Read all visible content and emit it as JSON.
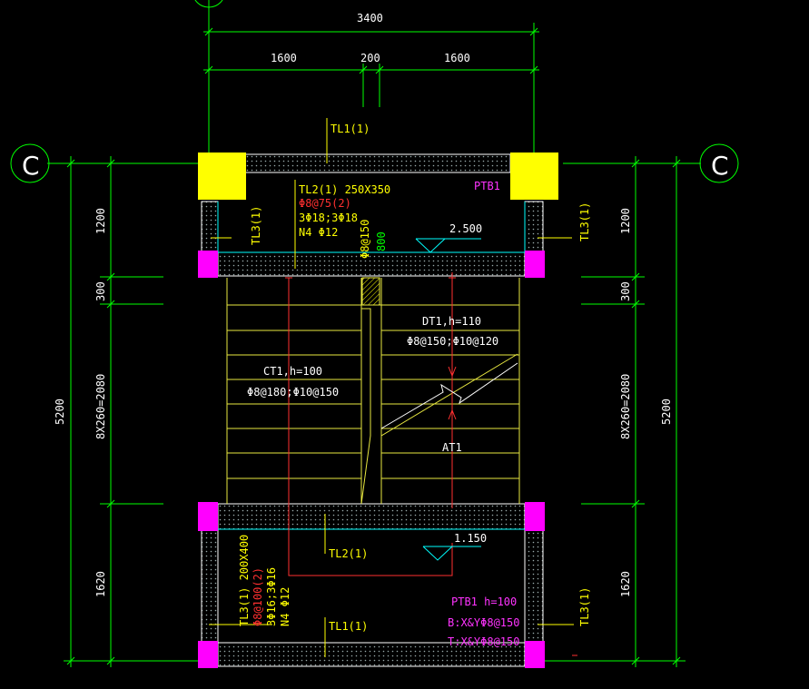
{
  "colors": {
    "background": "#000000",
    "dimension": "#00ff00",
    "dim_text": "#ffffff",
    "annotation": "#ffff00",
    "rebar": "#ff3030",
    "slab_label": "#ff33ff",
    "column_yellow": "#ffff00",
    "column_magenta": "#ff00ff",
    "stair_lines": "#e8e840",
    "level_marker": "#00ffff",
    "wall": "#ffffff"
  },
  "axis": {
    "left_label": "C",
    "right_label": "C"
  },
  "dimensions": {
    "overall_width": "3400",
    "seg_left": "1600",
    "seg_mid": "200",
    "seg_right": "1600",
    "left_total": "5200",
    "right_total": "5200",
    "left_top": "1200",
    "left_landing": "300",
    "left_stair": "8X260=2080",
    "left_bottom": "1620",
    "right_top": "1200",
    "right_landing": "300",
    "right_stair": "8X260=2080",
    "right_bottom": "1620"
  },
  "beams": {
    "tl1_top": "TL1(1)",
    "tl1_bottom": "TL1(1)",
    "tl2_bottom": "TL2(1)",
    "tl3_left_top": "TL3(1)",
    "tl3_right_top": "TL3(1)",
    "tl3_right_bottom": "TL3(1)"
  },
  "tl2_spec": {
    "line1": "TL2(1) 250X350",
    "line2": "Φ8@75(2)",
    "line3": "3Φ18;3Φ18",
    "line4": "N4 Φ12"
  },
  "tl3_spec": {
    "line1": "TL3(1) 200X400",
    "line2": "Φ8@100(2)",
    "line3": "3Φ16;3Φ16",
    "line4": "N4 Φ12"
  },
  "slabs": {
    "ptb1_top": "PTB1",
    "ptb1_bottom_line1": "PTB1 h=100",
    "ptb1_bottom_line2": "B:X&YΦ8@150",
    "ptb1_bottom_line3": "T:X&YΦ8@150"
  },
  "stairs": {
    "ct1_line1": "CT1,h=100",
    "ct1_line2": "Φ8@180;Φ10@150",
    "dt1_line1": "DT1,h=110",
    "dt1_line2": "Φ8@150;Φ10@120",
    "at1": "AT1",
    "rebar_vertical": "Φ8@150",
    "rebar_vertical_small": "800"
  },
  "levels": {
    "upper": "2.500",
    "lower": "1.150"
  }
}
